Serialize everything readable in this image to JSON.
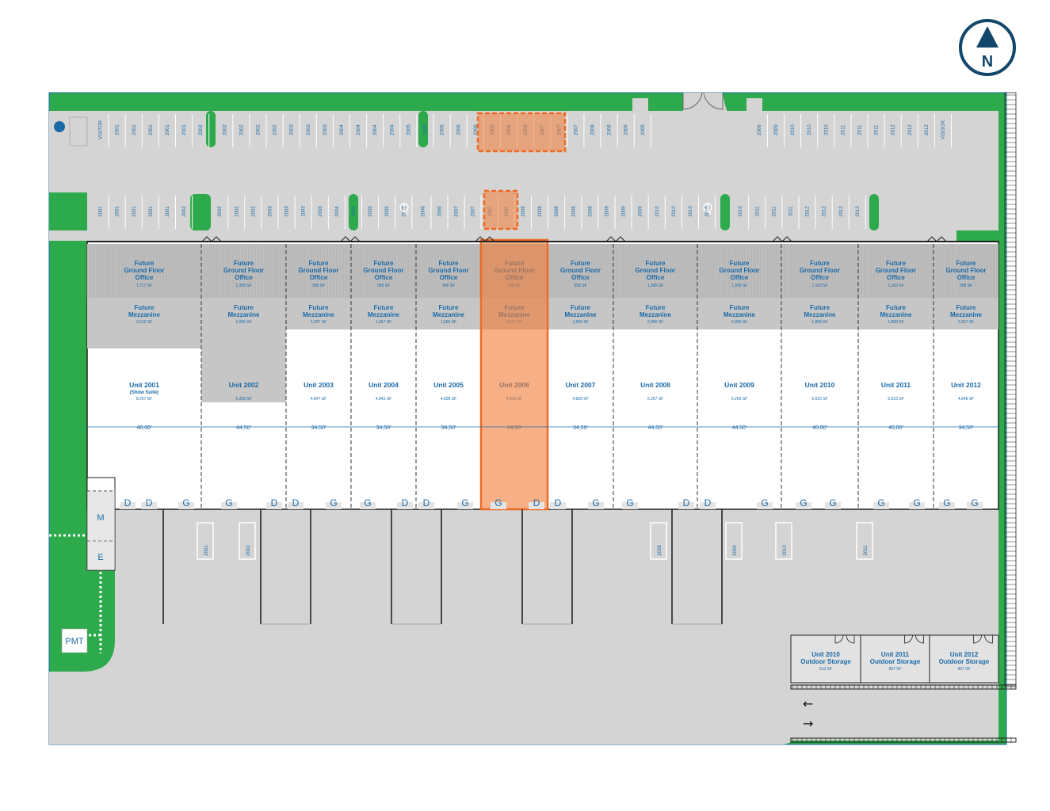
{
  "compass": {
    "label": "N"
  },
  "units": [
    {
      "id": "2001",
      "name": "Unit 2001",
      "subtitle": "(Show Suite)",
      "area": "8,267 SF",
      "office": "1,717 SF",
      "mezz": "2,612 SF",
      "width": "40,00'"
    },
    {
      "id": "2002",
      "name": "Unit 2002",
      "subtitle": "",
      "area": "6,258 SF",
      "office": "1,306 SF",
      "mezz": "2,096 SF",
      "width": "44,50'"
    },
    {
      "id": "2003",
      "name": "Unit 2003",
      "subtitle": "",
      "area": "4,847 SF",
      "office": "958 SF",
      "mezz": "1,567 SF",
      "width": "34,50'"
    },
    {
      "id": "2004",
      "name": "Unit 2004",
      "subtitle": "",
      "area": "4,843 SF",
      "office": "958 SF",
      "mezz": "1,567 SF",
      "width": "34,50'"
    },
    {
      "id": "2005",
      "name": "Unit 2005",
      "subtitle": "",
      "area": "4,838 SF",
      "office": "958 SF",
      "mezz": "1,566 SF",
      "width": "34,50'"
    },
    {
      "id": "2006",
      "name": "Unit 2006",
      "subtitle": "",
      "area": "4,839 SF",
      "office": "958 SF",
      "mezz": "1,567 SF",
      "width": "34,50'"
    },
    {
      "id": "2007",
      "name": "Unit 2007",
      "subtitle": "",
      "area": "4,839 SF",
      "office": "958 SF",
      "mezz": "1,566 SF",
      "width": "34,50'"
    },
    {
      "id": "2008",
      "name": "Unit 2008",
      "subtitle": "",
      "area": "6,267 SF",
      "office": "1,306 SF",
      "mezz": "2,096 SF",
      "width": "44,50'"
    },
    {
      "id": "2009",
      "name": "Unit 2009",
      "subtitle": "",
      "area": "6,266 SF",
      "office": "1,306 SF",
      "mezz": "2,096 SF",
      "width": "44,50'"
    },
    {
      "id": "2010",
      "name": "Unit 2010",
      "subtitle": "",
      "area": "5,626 SF",
      "office": "1,160 SF",
      "mezz": "1,898 SF",
      "width": "40,00'"
    },
    {
      "id": "2011",
      "name": "Unit 2011",
      "subtitle": "",
      "area": "5,623 SF",
      "office": "1,160 SF",
      "mezz": "1,898 SF",
      "width": "40,00'"
    },
    {
      "id": "2012",
      "name": "Unit 2012",
      "subtitle": "",
      "area": "4,848 SF",
      "office": "958 SF",
      "mezz": "1,567 SF",
      "width": "34,50'"
    }
  ],
  "labels": {
    "future_office": [
      "Future",
      "Ground Floor",
      "Office"
    ],
    "future_mezz": [
      "Future",
      "Mezzanine"
    ]
  },
  "highlight_unit": "2006",
  "rooms": {
    "m": "M",
    "e": "E",
    "pmt": "PMT"
  },
  "outdoor_storage": [
    {
      "name": "Unit 2010",
      "label": "Outdoor Storage",
      "area": "613 SF"
    },
    {
      "name": "Unit 2011",
      "label": "Outdoor Storage",
      "area": "907 SF"
    },
    {
      "name": "Unit 2012",
      "label": "Outdoor Storage",
      "area": "907 SF"
    }
  ],
  "dock_doors": [
    "D",
    "D",
    "G",
    "G",
    "D",
    "D",
    "G",
    "G",
    "D",
    "D",
    "G",
    "G",
    "D",
    "D",
    "G",
    "G",
    "D",
    "D",
    "G",
    "G",
    "G",
    "G",
    "G",
    "G",
    "G"
  ],
  "parking": {
    "north_row": [
      "VISITOR",
      "2001",
      "2001",
      "2001",
      "2001",
      "2001",
      "2002",
      "2002",
      "2002",
      "2002",
      "2002",
      "2003",
      "2003",
      "2003",
      "2004",
      "2004",
      "2004",
      "2004",
      "2005",
      "2005",
      "2005",
      "2006",
      "2006",
      "2006",
      "2006",
      "2006",
      "2007",
      "2007",
      "2007",
      "2008",
      "2008",
      "2009",
      "2009",
      "2009",
      "2009",
      "2010",
      "2010",
      "2010",
      "2011",
      "2011",
      "2011",
      "2012",
      "2012",
      "2012",
      "VISITOR"
    ],
    "middle_row": [
      "2001",
      "2001",
      "2001",
      "2001",
      "2001",
      "2002",
      "2002",
      "2002",
      "2002",
      "2003",
      "2003",
      "2003",
      "2003",
      "2004",
      "2004",
      "2005",
      "2005",
      "2005",
      "2006",
      "2006",
      "2007",
      "2007",
      "2007",
      "2007",
      "2008",
      "2008",
      "2008",
      "2008",
      "2008",
      "2009",
      "2009",
      "2009",
      "2010",
      "2010",
      "2010",
      "2010",
      "2010",
      "2011",
      "2011",
      "2011",
      "2012",
      "2012",
      "2012",
      "2012"
    ],
    "south_stalls": [
      "2001",
      "2002",
      "2008",
      "2009",
      "2010",
      "2011"
    ]
  }
}
